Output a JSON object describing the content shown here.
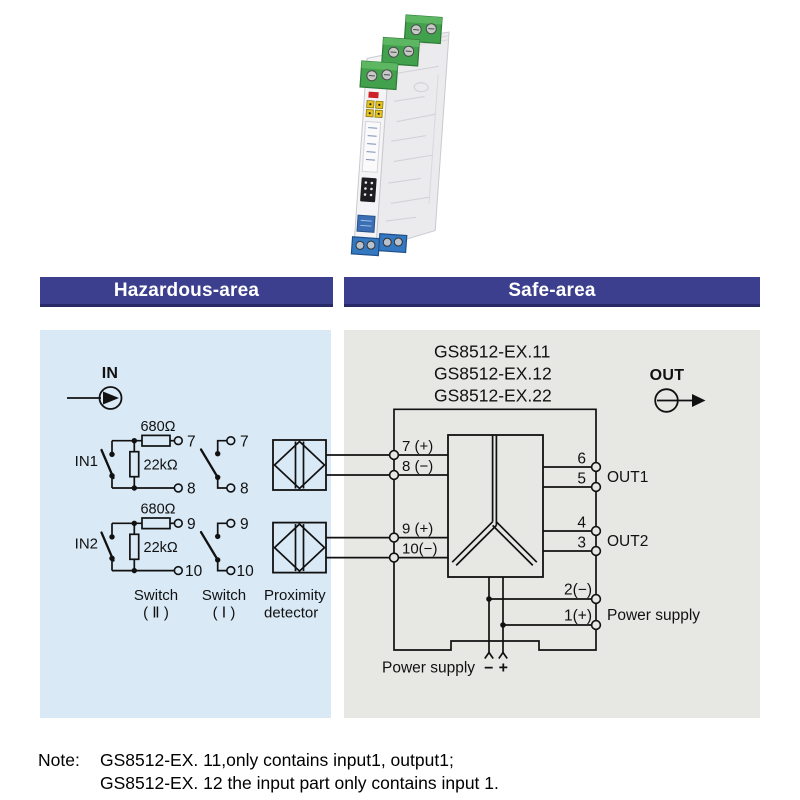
{
  "colors": {
    "header_bg": "#3b3f8e",
    "hazardous_panel_bg": "#d9e9f6",
    "safe_panel_bg": "#e7e7e4",
    "line": "#111111",
    "product_green": "#42a14c",
    "product_blue": "#3478c2"
  },
  "headers": {
    "hazardous": "Hazardous-area",
    "safe": "Safe-area"
  },
  "hazardous": {
    "in_label": "IN",
    "in1": {
      "label": "IN1",
      "series_r": "680Ω",
      "shunt_r": "22kΩ",
      "t_top": "7",
      "t_bot": "8"
    },
    "in2": {
      "label": "IN2",
      "series_r": "680Ω",
      "shunt_r": "22kΩ",
      "t_top": "9",
      "t_bot": "10"
    },
    "switch2": {
      "line1": "Switch",
      "line2": "( Ⅱ )"
    },
    "switch1": {
      "line1": "Switch",
      "line2": "( Ⅰ )"
    },
    "proximity": {
      "line1": "Proximity",
      "line2": "detector"
    }
  },
  "safe": {
    "models": [
      "GS8512-EX.11",
      "GS8512-EX.12",
      "GS8512-EX.22"
    ],
    "out_label": "OUT",
    "t7": "7 (+)",
    "t8": "8 (−)",
    "t9": "9 (+)",
    "t10": "10(−)",
    "t6": "6",
    "t5": "5",
    "t4": "4",
    "t3": "3",
    "out1": "OUT1",
    "out2": "OUT2",
    "t2": "2(−)",
    "t1": "1(+)",
    "power_right": "Power supply",
    "power_bottom": "Power supply",
    "minus": "−",
    "plus": "+"
  },
  "note": {
    "prefix": "Note:",
    "line1": "GS8512-EX. 11,only contains input1, output1;",
    "line2": "GS8512-EX. 12 the input part only contains input 1."
  }
}
